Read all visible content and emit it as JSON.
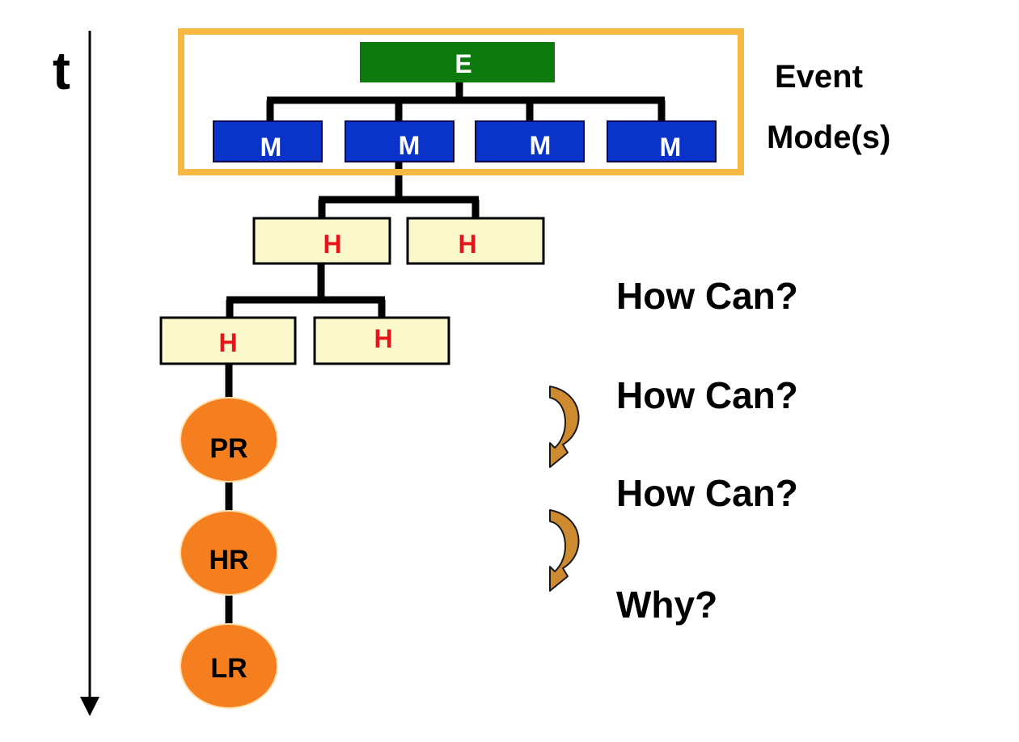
{
  "time_axis": {
    "label": "t"
  },
  "event": {
    "label": "E"
  },
  "modes": [
    {
      "label": "M"
    },
    {
      "label": "M"
    },
    {
      "label": "M"
    },
    {
      "label": "M"
    }
  ],
  "hypotheses_level1": [
    {
      "label": "H"
    },
    {
      "label": "H"
    }
  ],
  "hypotheses_level2": [
    {
      "label": "H"
    },
    {
      "label": "H"
    }
  ],
  "root_causes": [
    {
      "label": "PR"
    },
    {
      "label": "HR"
    },
    {
      "label": "LR"
    }
  ],
  "side_labels": {
    "event": "Event",
    "modes": "Mode(s)"
  },
  "questions": [
    {
      "text": "How Can?"
    },
    {
      "text": "How Can?"
    },
    {
      "text": "How Can?"
    },
    {
      "text": "Why?"
    }
  ],
  "colors": {
    "event_fill": "#0c7a0c",
    "mode_fill": "#0a34c9",
    "hypothesis_fill": "#fbf8cc",
    "hypothesis_text": "#e8141c",
    "root_fill": "#f57f1f",
    "frame": "#f6b843",
    "arrow_fill": "#cd8a2f"
  }
}
